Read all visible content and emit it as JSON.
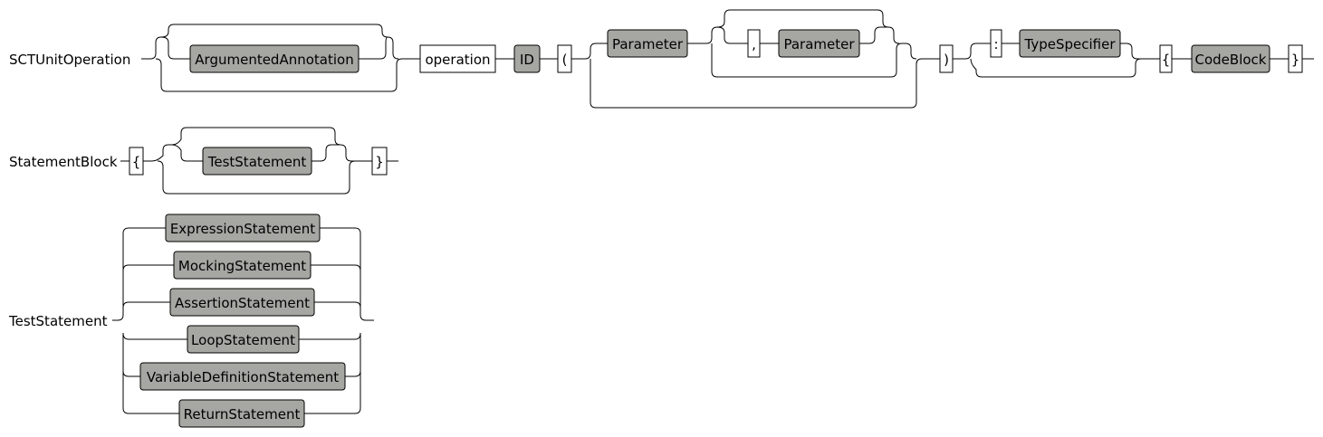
{
  "rules": [
    {
      "name": "SCTUnitOperation",
      "elements": {
        "arg_annotation": "ArgumentedAnnotation",
        "operation_kw": "operation",
        "id": "ID",
        "lparen": "(",
        "param1": "Parameter",
        "comma": ",",
        "param2": "Parameter",
        "rparen": ")",
        "colon": ":",
        "type_spec": "TypeSpecifier",
        "lbrace": "{",
        "code_block": "CodeBlock",
        "rbrace": "}"
      }
    },
    {
      "name": "StatementBlock",
      "elements": {
        "lbrace": "{",
        "test_statement": "TestStatement",
        "rbrace": "}"
      }
    },
    {
      "name": "TestStatement",
      "alternatives": [
        "ExpressionStatement",
        "MockingStatement",
        "AssertionStatement",
        "LoopStatement",
        "VariableDefinitionStatement",
        "ReturnStatement"
      ]
    }
  ]
}
